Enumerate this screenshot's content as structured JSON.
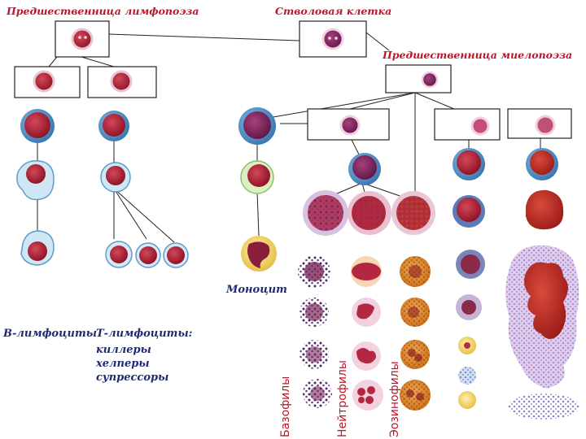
{
  "labels": {
    "lymph_precursor": "Предшественница лимфопоэза",
    "stem_cell": "Стволовая клетка",
    "myelo_precursor": "Предшественница миелопоэза",
    "monocyte": "Моноцит",
    "b_lymphocytes": "В-лимфоциты",
    "t_lymphocytes": "Т-лимфоциты:",
    "t_types": [
      "киллеры",
      "хелперы",
      "супрессоры"
    ],
    "basophils": "Базофилы",
    "neutrophils": "Нейтрофилы",
    "eosinophils": "Эозинофилы"
  },
  "colors": {
    "label_red": "#c0142a",
    "label_blue": "#1e2a78",
    "nucleus_red": "#a3182a",
    "nucleus_purple": "#7a2060",
    "cytoplasm_blue": "#4a8fc8",
    "cytoplasm_pale": "#f2d7e6",
    "granule_purple": "#4b2a6a",
    "granule_orange": "#e08a1c"
  }
}
